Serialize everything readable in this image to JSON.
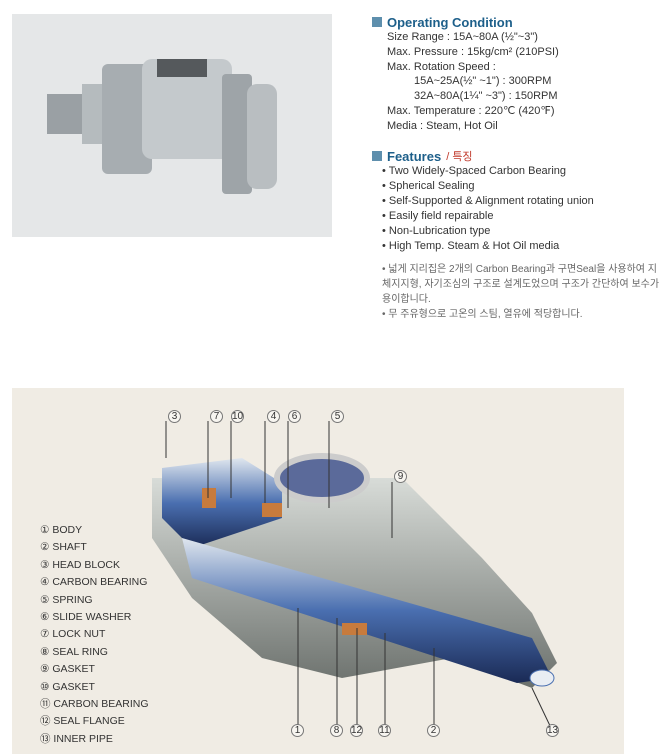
{
  "operating_condition": {
    "title": "Operating Condition",
    "size_range": "Size Range : 15A~80A (½\"~3\")",
    "max_pressure": "Max. Pressure : 15kg/cm² (210PSI)",
    "rotation_label": "Max. Rotation Speed :",
    "rotation_1": "15A~25A(½\" ~1\") : 300RPM",
    "rotation_2": "32A~80A(1¼\" ~3\") : 150RPM",
    "max_temp": "Max. Temperature : 220℃ (420℉)",
    "media": "Media : Steam, Hot Oil"
  },
  "features": {
    "title": "Features",
    "title_ko": "/ 특징",
    "items": [
      "• Two Widely-Spaced Carbon Bearing",
      "• Spherical Sealing",
      "• Self-Supported & Alignment rotating union",
      "• Easily field repairable",
      "• Non-Lubrication type",
      "• High Temp. Steam & Hot Oil media"
    ],
    "ko_1": "• 넓게 지리집은 2개의 Carbon Bearing과 구면Seal을 사용하여 지체지지형, 자기조심의 구조로 설계도었으며 구조가 간단하여 보수가 용이합니다.",
    "ko_2": "• 무 주유형으로 고온의 스팀, 열유에 적당합니다."
  },
  "parts": [
    "① BODY",
    "② SHAFT",
    "③ HEAD BLOCK",
    "④ CARBON BEARING",
    "⑤ SPRING",
    "⑥ SLIDE WASHER",
    "⑦ LOCK NUT",
    "⑧ SEAL RING",
    "⑨ GASKET",
    "⑩ GASKET",
    "⑪ CARBON BEARING",
    "⑫ SEAL FLANGE",
    "⑬ INNER PIPE"
  ],
  "callouts": {
    "c3": "3",
    "c7": "7",
    "c10": "10",
    "c4": "4",
    "c6": "6",
    "c5": "5",
    "c9": "9",
    "c1": "1",
    "c8": "8",
    "c12": "12",
    "c11": "11",
    "c2": "2",
    "c13": "13"
  }
}
